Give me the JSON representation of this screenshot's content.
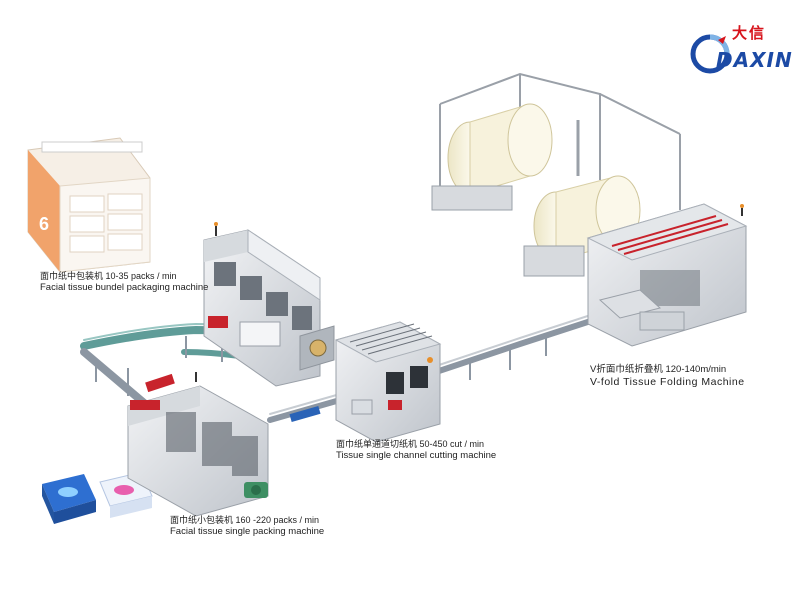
{
  "logo": {
    "chinese": "大信",
    "english": "DAXIN",
    "colors": {
      "red": "#d7141c",
      "blue": "#1c4aa5"
    }
  },
  "machines": {
    "bundle": {
      "cn": "面巾纸中包装机   10-35 packs / min",
      "en": "Facial tissue bundel packaging machine"
    },
    "single": {
      "cn": "面巾纸小包装机   160 -220 packs / min",
      "en": "Facial tissue  single packing machine"
    },
    "cutting": {
      "cn": "面巾纸单通道切纸机     50-450 cut / min",
      "en": "Tissue single channel cutting machine"
    },
    "vfold": {
      "cn": "V折面巾纸折叠机    120-140m/min",
      "en": "V-fold Tissue Folding Machine"
    }
  },
  "product_photos": {
    "bundle_pack_text": "6",
    "single_pack_icon": "tissue-pack-icon"
  },
  "colors": {
    "machine_body": "#e9ebee",
    "machine_shadow": "#b9bec6",
    "conveyor": "#5f9c98",
    "accent_red": "#c8232c",
    "accent_blue": "#2a63b7",
    "paper_roll": "#f4efd6"
  }
}
